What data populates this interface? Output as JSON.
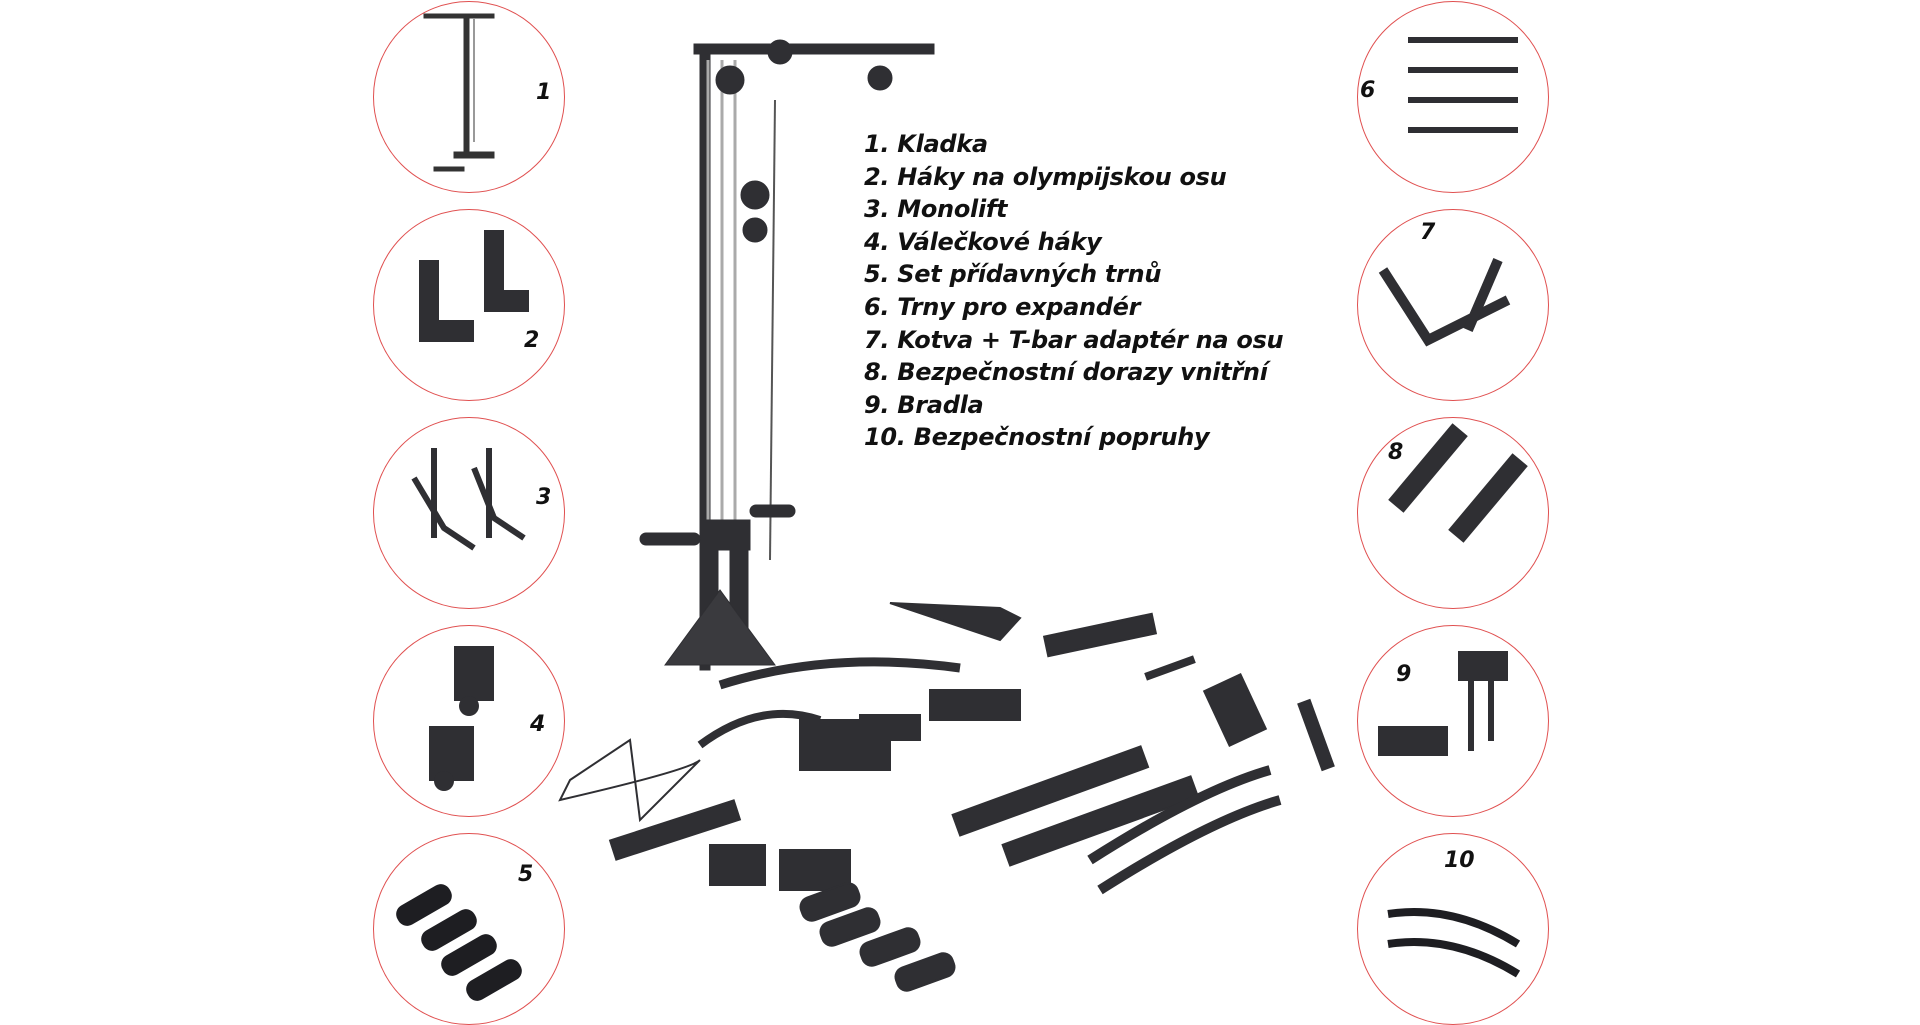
{
  "legend": [
    "1. Kladka",
    "2. Háky na olympijskou osu",
    "3. Monolift",
    "4. Válečkové háky",
    "5. Set přídavných trnů",
    "6. Trny pro expandér",
    "7. Kotva + T-bar adaptér na osu",
    "8. Bezpečnostní dorazy vnitřní",
    "9. Bradla",
    "10. Bezpečnostní popruhy"
  ],
  "callouts": {
    "left": [
      "1",
      "2",
      "3",
      "4",
      "5"
    ],
    "right": [
      "6",
      "7",
      "8",
      "9",
      "10"
    ]
  },
  "colors": {
    "circle_border": "#e05050",
    "metal": "#2f2f33",
    "text": "#111111"
  }
}
